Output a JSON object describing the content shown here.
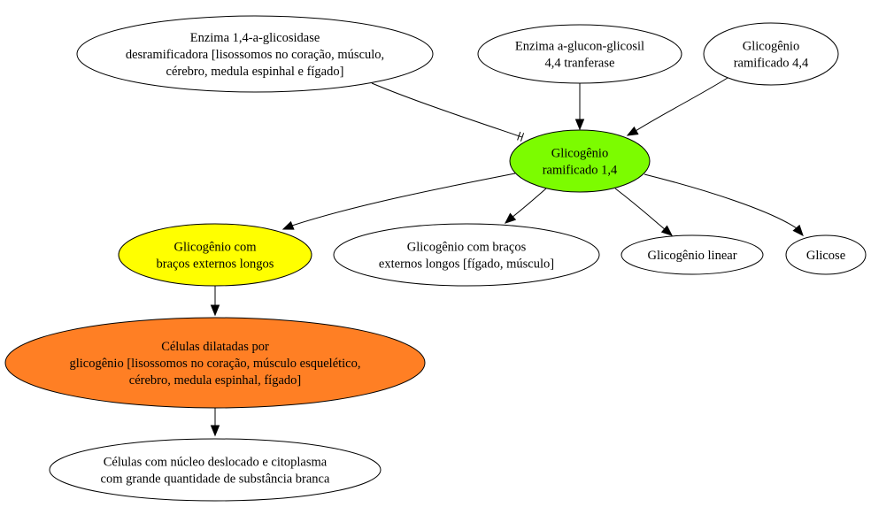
{
  "colors": {
    "white": "#ffffff",
    "green": "#7cfc00",
    "yellow": "#ffff00",
    "orange": "#ff7f24"
  },
  "nodes": {
    "enzima_desramificadora": {
      "lines": [
        "Enzima 1,4-a-glicosidase",
        "desramificadora [lisossomos no coração, músculo,",
        "cérebro, medula espinhal e fígado]"
      ],
      "fill": "white"
    },
    "enzima_glucon": {
      "lines": [
        "Enzima a-glucon-glicosil",
        "4,4 tranferase"
      ],
      "fill": "white"
    },
    "glicogenio_44": {
      "lines": [
        "Glicogênio",
        "ramificado 4,4"
      ],
      "fill": "white"
    },
    "glicogenio_14": {
      "lines": [
        "Glicogênio",
        "ramificado 1,4"
      ],
      "fill": "green"
    },
    "bracos_longos": {
      "lines": [
        "Glicogênio com",
        "braços externos longos"
      ],
      "fill": "yellow"
    },
    "bracos_longos_figado": {
      "lines": [
        "Glicogênio com braços",
        "externos longos [fígado, músculo]"
      ],
      "fill": "white"
    },
    "glicogenio_linear": {
      "lines": [
        "Glicogênio linear"
      ],
      "fill": "white"
    },
    "glicose": {
      "lines": [
        "Glicose"
      ],
      "fill": "white"
    },
    "celulas_dilatadas": {
      "lines": [
        "Células dilatadas por",
        "glicogênio [lisossomos no coração, músculo esquelético,",
        "cérebro, medula espinhal, fígado]"
      ],
      "fill": "orange"
    },
    "celulas_nucleo": {
      "lines": [
        "Células com núcleo deslocado e citoplasma",
        "com grande quantidade de substância branca"
      ],
      "fill": "white"
    }
  },
  "edges": [
    {
      "from": "enzima_desramificadora",
      "to": "glicogenio_14",
      "arrow": "tee"
    },
    {
      "from": "enzima_glucon",
      "to": "glicogenio_14",
      "arrow": "normal"
    },
    {
      "from": "glicogenio_44",
      "to": "glicogenio_14",
      "arrow": "normal"
    },
    {
      "from": "glicogenio_14",
      "to": "bracos_longos",
      "arrow": "normal"
    },
    {
      "from": "glicogenio_14",
      "to": "bracos_longos_figado",
      "arrow": "normal"
    },
    {
      "from": "glicogenio_14",
      "to": "glicogenio_linear",
      "arrow": "normal"
    },
    {
      "from": "glicogenio_14",
      "to": "glicose",
      "arrow": "normal"
    },
    {
      "from": "bracos_longos",
      "to": "celulas_dilatadas",
      "arrow": "normal"
    },
    {
      "from": "celulas_dilatadas",
      "to": "celulas_nucleo",
      "arrow": "normal"
    }
  ]
}
